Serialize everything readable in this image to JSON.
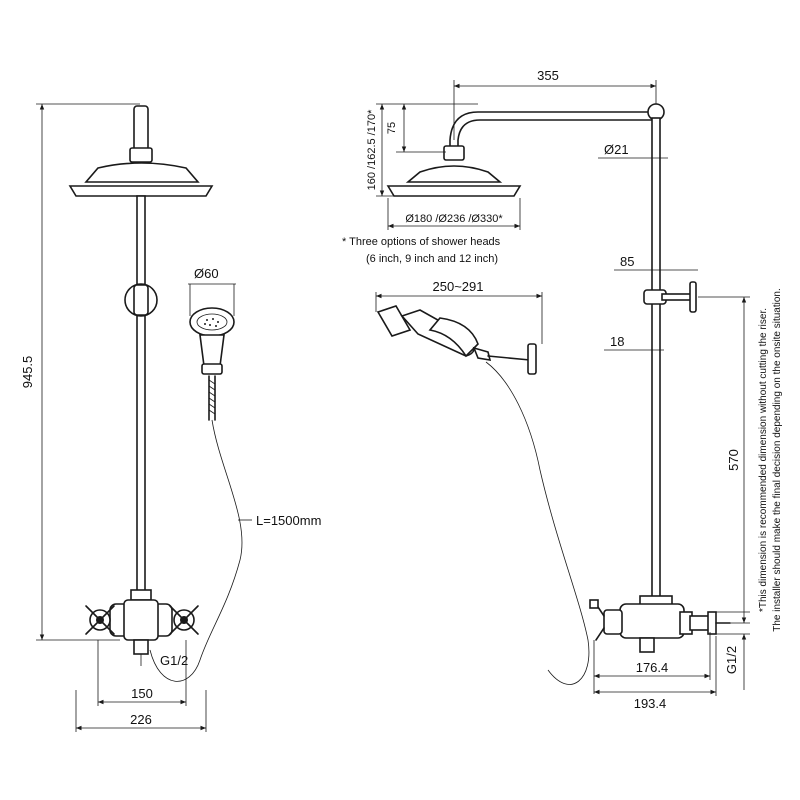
{
  "left_view": {
    "height_total": "945.5",
    "handshower_diameter": "Ø60",
    "hose_length": "L=1500mm",
    "inlet_thread": "G1/2",
    "centers_width": "150",
    "overall_width": "226"
  },
  "right_view": {
    "arm_length": "355",
    "head_height_options": "160 /162.5 /170*",
    "arm_drop": "75",
    "riser_diameter": "Ø21",
    "head_diameter_options": "Ø180 /Ø236 /Ø330*",
    "note_line1": "* Three options of shower heads",
    "note_line2": "(6 inch, 9 inch and 12 inch)",
    "handshower_length": "250~291",
    "bracket_depth": "85",
    "bracket_offset": "18",
    "riser_length": "570",
    "inlet_thread": "G1/2",
    "valve_depth_1": "176.4",
    "valve_depth_2": "193.4",
    "side_note_line1": "*This dimension is recommended dimension without cutting the riser.",
    "side_note_line2": "The installer should make the final decision depending on the onsite situation."
  }
}
